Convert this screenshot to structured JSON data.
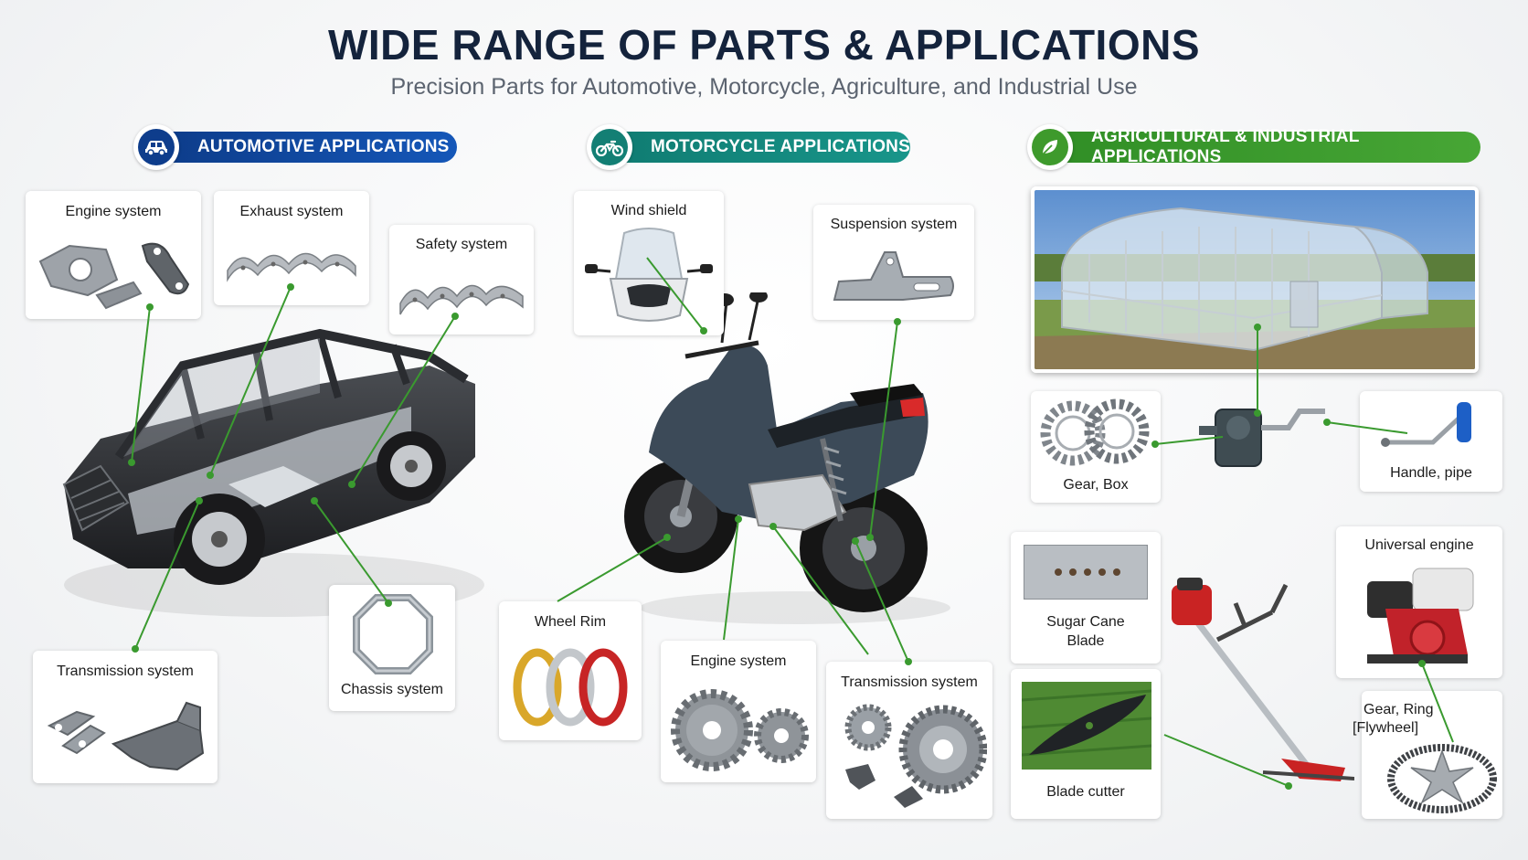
{
  "header": {
    "title": "WIDE RANGE OF PARTS & APPLICATIONS",
    "subtitle": "Precision Parts for Automotive, Motorcycle, Agriculture, and Industrial Use"
  },
  "sections": {
    "automotive": {
      "label": "AUTOMOTIVE APPLICATIONS",
      "icon": "car-icon",
      "color": "#0e3d8c",
      "parts": {
        "engine": "Engine system",
        "exhaust": "Exhaust system",
        "safety": "Safety system",
        "transmission": "Transmission system",
        "chassis": "Chassis system"
      }
    },
    "motorcycle": {
      "label": "MOTORCYCLE APPLICATIONS",
      "icon": "motorcycle-icon",
      "color": "#137f74",
      "parts": {
        "windshield": "Wind shield",
        "suspension": "Suspension system",
        "wheel_rim": "Wheel Rim",
        "engine": "Engine system",
        "transmission": "Transmission system"
      }
    },
    "agricultural": {
      "label": "AGRICULTURAL & INDUSTRIAL APPLICATIONS",
      "icon": "leaf-icon",
      "color": "#3e9a2c",
      "parts": {
        "gear_box": "Gear, Box",
        "handle_pipe": "Handle, pipe",
        "sugar_cane_line1": "Sugar Cane",
        "sugar_cane_line2": "Blade",
        "blade_cutter": "Blade cutter",
        "universal_engine": "Universal engine",
        "gear_ring_line1": "Gear, Ring",
        "gear_ring_line2": "[Flywheel]"
      }
    }
  },
  "colors": {
    "leader_line": "#3a9a2f",
    "title": "#14233c"
  }
}
